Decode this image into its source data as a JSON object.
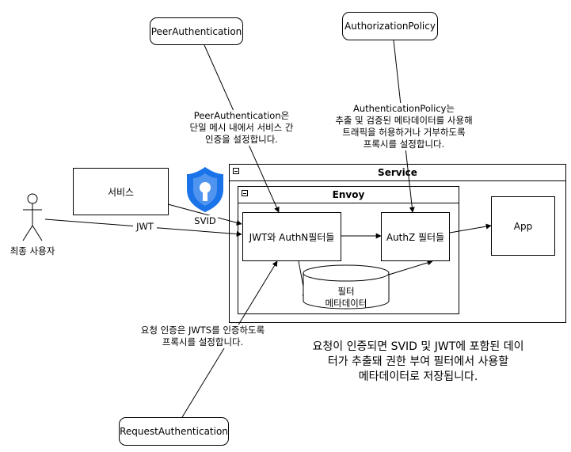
{
  "nodes": {
    "peer_authentication": "PeerAuthentication",
    "authorization_policy": "AuthorizationPolicy",
    "request_authentication": "RequestAuthentication",
    "service_box": "서비스",
    "service_container": "Service",
    "envoy_container": "Envoy",
    "jwt_authn_filters": "JWT와 AuthN필터들",
    "authz_filter": "AuthZ 필터들",
    "app": "App",
    "filter_metadata_line1": "필터",
    "filter_metadata_line2": "메타데이터",
    "end_user": "최종 사용자"
  },
  "edge_labels": {
    "svid": "SVID",
    "jwt": "JWT"
  },
  "annotations": {
    "peer_auth_desc": [
      "PeerAuthentication은",
      "단일 메시 내에서 서비스 간",
      "인증을 설정합니다."
    ],
    "authz_policy_desc": [
      "AuthenticationPolicy는",
      "추출 및 검증된 메타데이터를 사용해",
      "트래픽을 허용하거나 거부하도록",
      "프록시를 설정합니다."
    ],
    "request_auth_desc": [
      "요청 인증은 JWTS를 인증하도록",
      "프록시를 설정합니다."
    ],
    "metadata_note": [
      "요청이 인증되면 SVID 및 JWT에 포함된 데이",
      "터가 추출돼 권한 부여 필터에서 사용할",
      "메타데이터로 저장됩니다."
    ]
  },
  "colors": {
    "shield": "#1a73e8",
    "stroke": "#000000"
  },
  "icons": {
    "shield": "shield-icon",
    "user": "user-icon"
  }
}
